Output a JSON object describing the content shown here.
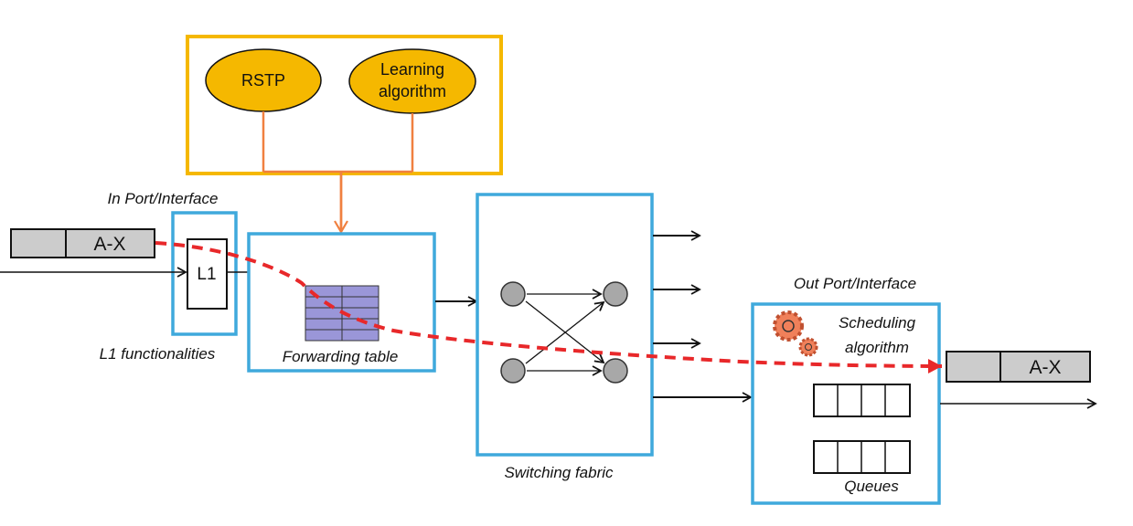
{
  "control_plane": {
    "rstp": "RSTP",
    "learning_line1": "Learning",
    "learning_line2": "algorithm"
  },
  "in_port": {
    "title": "In Port/Interface",
    "l1": "L1",
    "caption": "L1 functionalities"
  },
  "forwarding_table": {
    "caption": "Forwarding table"
  },
  "switching_fabric": {
    "caption": "Switching fabric"
  },
  "out_port": {
    "title": "Out Port/Interface",
    "scheduling_line1": "Scheduling",
    "scheduling_line2": "algorithm",
    "queues": "Queues"
  },
  "frames": {
    "incoming": "A-X",
    "outgoing": "A-X"
  },
  "colors": {
    "control_box": "#f5b800",
    "oval_fill": "#f5b800",
    "link_orange": "#f08040",
    "port_blue": "#3fa9dc",
    "table_fill": "#9a96d8",
    "path_red": "#e8282a",
    "gear": "#f0805a",
    "node_gray": "#a8a8a8",
    "frame_gray": "#cccccc"
  }
}
